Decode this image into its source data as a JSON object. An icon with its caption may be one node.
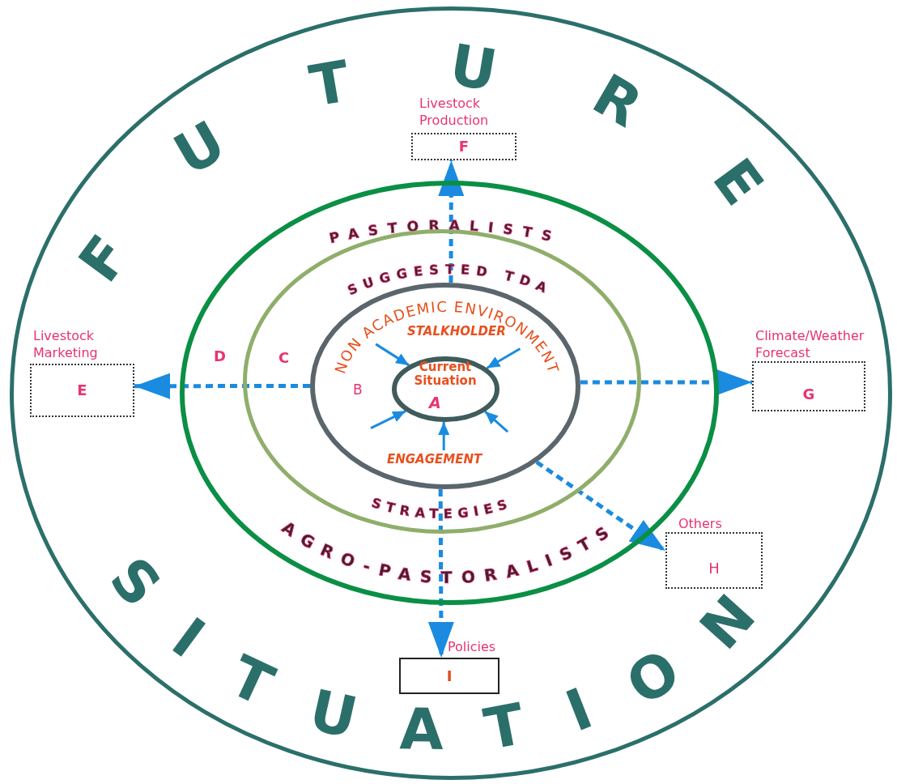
{
  "diagram": {
    "nodes": [
      {
        "text": [
          "FUTURE",
          "SITUATION"
        ]
      },
      {
        "text": [
          "PASTORALISTS",
          "AGRO-PASTORALISTS",
          "D"
        ],
        "in": 0
      },
      {
        "text": [
          "SUGGESTED TDA",
          "STRATEGIES",
          "C"
        ],
        "in": 1
      },
      {
        "text": [
          "NON ACADEMIC ENVIRONMENT",
          "STALKHOLDER",
          "ENGAGEMENT",
          "B"
        ],
        "in": 2
      },
      {
        "text": [
          "Current Situation",
          "A"
        ],
        "in": 3
      },
      {
        "text": [
          "Livestock Production",
          "F"
        ],
        "in": 0
      },
      {
        "text": [
          "Livestock Marketing",
          "E"
        ],
        "in": 0
      },
      {
        "text": [
          "Climate/Weather Forecast",
          "G"
        ],
        "in": 0
      },
      {
        "text": [
          "Others",
          "H"
        ],
        "in": 0
      },
      {
        "text": [
          "Policies",
          "I"
        ],
        "in": 0
      }
    ],
    "edges": [
      {
        "from": 3,
        "to": 5,
        "arrow": "to",
        "style": "dashed"
      },
      {
        "from": 3,
        "to": 6,
        "arrow": "to",
        "style": "dashed"
      },
      {
        "from": 3,
        "to": 7,
        "arrow": "to",
        "style": "dashed"
      },
      {
        "from": 3,
        "to": 8,
        "arrow": "to",
        "style": "dashed"
      },
      {
        "from": 3,
        "to": 9,
        "arrow": "to",
        "style": "dashed"
      },
      {
        "from": null,
        "to": 4,
        "arrow": "to"
      },
      {
        "from": null,
        "to": 4,
        "arrow": "to"
      },
      {
        "from": null,
        "to": 4,
        "arrow": "to"
      },
      {
        "from": null,
        "to": 4,
        "arrow": "to"
      },
      {
        "from": null,
        "to": 4,
        "arrow": "to"
      }
    ]
  }
}
